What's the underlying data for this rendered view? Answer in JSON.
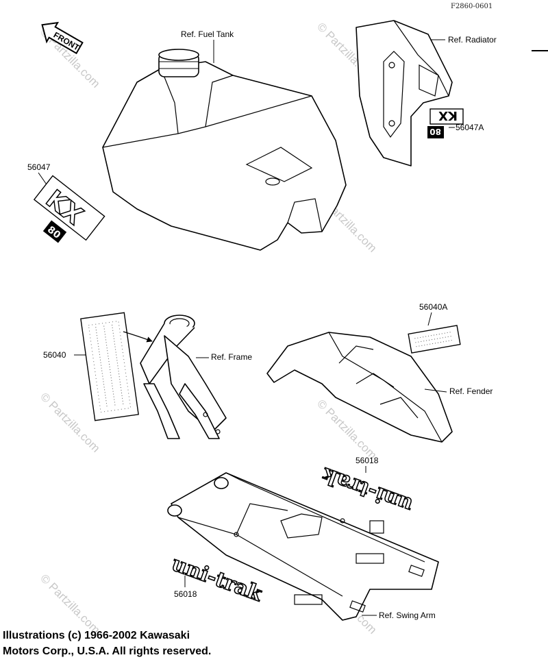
{
  "diagram_code": "F2860-0601",
  "labels": {
    "fuel_tank": "Ref. Fuel Tank",
    "radiator": "Ref. Radiator",
    "frame": "Ref. Frame",
    "fender": "Ref. Fender",
    "swing_arm": "Ref. Swing Arm",
    "front": "FRONT"
  },
  "parts": {
    "p56047": "56047",
    "p56047A": "56047A",
    "p56040": "56040",
    "p56040A": "56040A",
    "p56018_top": "56018",
    "p56018_bottom": "56018"
  },
  "decals": {
    "kx": "KX",
    "eighty": "80",
    "unitrak": "uni-trak"
  },
  "watermark": "© Partzilla.com",
  "credit": {
    "line1": "Illustrations (c) 1966-2002 Kawasaki",
    "line2": "Motors Corp., U.S.A.  All rights reserved."
  }
}
